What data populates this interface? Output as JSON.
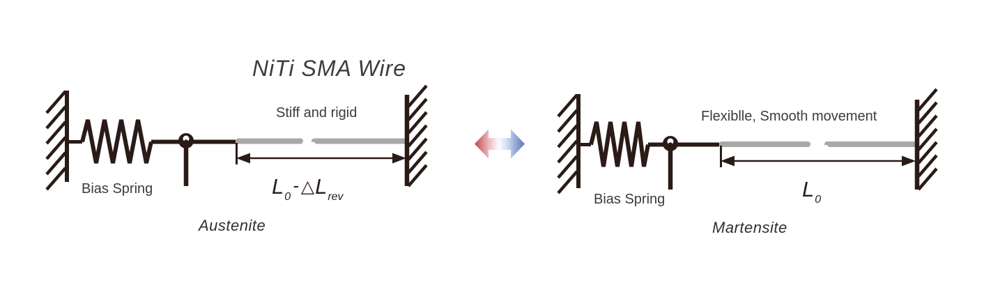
{
  "title": "NiTi SMA Wire",
  "left_diagram": {
    "state_label": "Austenite",
    "wire_label": "Stiff and rigid",
    "spring_label": "Bias Spring",
    "dimension": {
      "symbol": "L",
      "subscript": "0",
      "operator": "-",
      "delta": "△",
      "symbol2": "L",
      "subscript2": "rev"
    }
  },
  "right_diagram": {
    "state_label": "Martensite",
    "wire_label": "Flexiblle, Smooth movement",
    "spring_label": "Bias Spring",
    "dimension": {
      "symbol": "L",
      "subscript": "0"
    }
  },
  "icons": {
    "transformation_arrow": "bidirectional-left-right-arrow"
  },
  "colors": {
    "ink": "#2a1b17",
    "wire_gray": "#a8a8a8",
    "label_text": "#3f3a38",
    "arrow_red": "#c4424b",
    "arrow_red_light": "#eab6b9",
    "arrow_mid": "#fbfbfc",
    "arrow_blue_light": "#dce3f3",
    "arrow_blue": "#5974b9"
  }
}
